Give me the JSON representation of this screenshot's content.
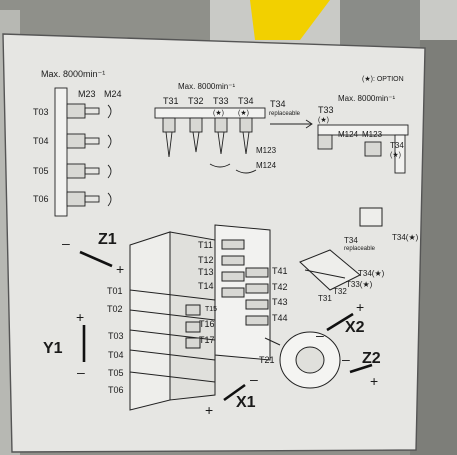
{
  "colors": {
    "plate": "#e6e6e3",
    "ink": "#1a1a1a",
    "background_wall": "#8f908a",
    "beam": "#f2d000"
  },
  "header": {
    "max_speed": "Max. 8000min⁻¹",
    "option_legend": "(★): OPTION"
  },
  "upper_left": {
    "labels": [
      "M23",
      "M24"
    ],
    "stations": [
      "T03",
      "T04",
      "T05",
      "T06"
    ]
  },
  "upper_middle": {
    "stations": [
      "T31",
      "T32",
      "T33",
      "T34"
    ],
    "star": "(★)",
    "motors": [
      "M123",
      "M124"
    ]
  },
  "upper_right": {
    "replace_label": "T34",
    "replace_note": "replaceable",
    "station": "T33",
    "motors": [
      "M124",
      "M123"
    ],
    "side": "T34",
    "star": "(★)"
  },
  "axes": {
    "z1": {
      "name": "Z1",
      "minus": "–",
      "plus": "+"
    },
    "y1": {
      "name": "Y1",
      "minus": "–",
      "plus": "+"
    },
    "x1": {
      "name": "X1",
      "minus": "–",
      "plus": "+"
    },
    "x2": {
      "name": "X2",
      "minus": "–",
      "plus": "+"
    },
    "z2": {
      "name": "Z2",
      "minus": "–",
      "plus": "+"
    }
  },
  "lower_left": {
    "stations": [
      "T01",
      "T02",
      "T03",
      "T04",
      "T05",
      "T06"
    ]
  },
  "turret_stations": [
    "T11",
    "T12",
    "T13",
    "T14",
    "T15",
    "T16",
    "T17"
  ],
  "right_stations": [
    "T41",
    "T42",
    "T43",
    "T44"
  ],
  "spindle": "T21",
  "small_turret": {
    "t34": "T34(★)",
    "replace": "T34",
    "replace_note": "replaceable",
    "t34s": "T34(★)",
    "t33s": "T33(★)",
    "t32": "T32",
    "t31": "T31"
  }
}
